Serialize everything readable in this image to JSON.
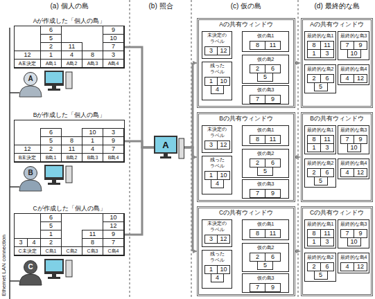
{
  "diagram": {
    "nodes": [
      {
        "text": [
          "Aが作成した「個人の島」"
        ]
      },
      {
        "text": [
          "6"
        ],
        "in": 0
      },
      {
        "text": [
          "9"
        ],
        "in": 0
      },
      {
        "text": [
          "5"
        ],
        "in": 0
      },
      {
        "text": [
          "10"
        ],
        "in": 0
      },
      {
        "text": [
          "2"
        ],
        "in": 0
      },
      {
        "text": [
          "11"
        ],
        "in": 0
      },
      {
        "text": [
          "7"
        ],
        "in": 0
      },
      {
        "text": [
          "12"
        ],
        "in": 0
      },
      {
        "text": [
          "1"
        ],
        "in": 0
      },
      {
        "text": [
          "4"
        ],
        "in": 0
      },
      {
        "text": [
          "8"
        ],
        "in": 0
      },
      {
        "text": [
          "3"
        ],
        "in": 0
      },
      {
        "text": [
          "A未決定"
        ],
        "in": 0
      },
      {
        "text": [
          "A島1"
        ],
        "in": 0
      },
      {
        "text": [
          "A島2"
        ],
        "in": 0
      },
      {
        "text": [
          "A島3"
        ],
        "in": 0
      },
      {
        "text": [
          "A島4"
        ],
        "in": 0
      },
      {
        "text": [
          "A"
        ]
      },
      {
        "text": [
          "Bが作成した「個人の島」"
        ]
      },
      {
        "text": [
          "6"
        ],
        "in": 19
      },
      {
        "text": [
          "10"
        ],
        "in": 19
      },
      {
        "text": [
          "3"
        ],
        "in": 19
      },
      {
        "text": [
          "5"
        ],
        "in": 19
      },
      {
        "text": [
          "8"
        ],
        "in": 19
      },
      {
        "text": [
          "1"
        ],
        "in": 19
      },
      {
        "text": [
          "9"
        ],
        "in": 19
      },
      {
        "text": [
          "12"
        ],
        "in": 19
      },
      {
        "text": [
          "2"
        ],
        "in": 19
      },
      {
        "text": [
          "11"
        ],
        "in": 19
      },
      {
        "text": [
          "4"
        ],
        "in": 19
      },
      {
        "text": [
          "7"
        ],
        "in": 19
      },
      {
        "text": [
          "B未決定"
        ],
        "in": 19
      },
      {
        "text": [
          "B島1"
        ],
        "in": 19
      },
      {
        "text": [
          "B島2"
        ],
        "in": 19
      },
      {
        "text": [
          "B島3"
        ],
        "in": 19
      },
      {
        "text": [
          "B島4"
        ],
        "in": 19
      },
      {
        "text": [
          "B"
        ]
      },
      {
        "text": [
          "Cが作成した「個人の島」"
        ]
      },
      {
        "text": [
          "6"
        ],
        "in": 38
      },
      {
        "text": [
          "10"
        ],
        "in": 38
      },
      {
        "text": [
          "5"
        ],
        "in": 38
      },
      {
        "text": [
          "12"
        ],
        "in": 38
      },
      {
        "text": [
          "1"
        ],
        "in": 38
      },
      {
        "text": [
          "11"
        ],
        "in": 38
      },
      {
        "text": [
          "9"
        ],
        "in": 38
      },
      {
        "text": [
          "3"
        ],
        "in": 38
      },
      {
        "text": [
          "4"
        ],
        "in": 38
      },
      {
        "text": [
          "2"
        ],
        "in": 38
      },
      {
        "text": [
          "8"
        ],
        "in": 38
      },
      {
        "text": [
          "7"
        ],
        "in": 38
      },
      {
        "text": [
          "C未決定"
        ],
        "in": 38
      },
      {
        "text": [
          "C島1"
        ],
        "in": 38
      },
      {
        "text": [
          "C島2"
        ],
        "in": 38
      },
      {
        "text": [
          "C島3"
        ],
        "in": 38
      },
      {
        "text": [
          "C島4"
        ],
        "in": 38
      },
      {
        "text": [
          "C"
        ]
      },
      {
        "text": [
          "A"
        ]
      },
      {
        "text": [
          "Aの共有ウィンドウ"
        ]
      },
      {
        "text": [
          "未決定の ラベル"
        ],
        "in": 58
      },
      {
        "text": [
          "3"
        ],
        "in": 59
      },
      {
        "text": [
          "12"
        ],
        "in": 59
      },
      {
        "text": [
          "仮の島1"
        ],
        "in": 58
      },
      {
        "text": [
          "8"
        ],
        "in": 62
      },
      {
        "text": [
          "11"
        ],
        "in": 62
      },
      {
        "text": [
          "仮の島2"
        ],
        "in": 58
      },
      {
        "text": [
          "2"
        ],
        "in": 65
      },
      {
        "text": [
          "6"
        ],
        "in": 65
      },
      {
        "text": [
          "5"
        ],
        "in": 65
      },
      {
        "text": [
          "残った ラベル"
        ],
        "in": 58
      },
      {
        "text": [
          "1"
        ],
        "in": 69
      },
      {
        "text": [
          "10"
        ],
        "in": 69
      },
      {
        "text": [
          "4"
        ],
        "in": 69
      },
      {
        "text": [
          "仮の島3"
        ],
        "in": 58
      },
      {
        "text": [
          "7"
        ],
        "in": 73
      },
      {
        "text": [
          "9"
        ],
        "in": 73
      },
      {
        "text": [
          "Bの共有ウィンドウ"
        ]
      },
      {
        "text": [
          "未決定の ラベル"
        ],
        "in": 76
      },
      {
        "text": [
          "3"
        ],
        "in": 77
      },
      {
        "text": [
          "12"
        ],
        "in": 77
      },
      {
        "text": [
          "仮の島1"
        ],
        "in": 76
      },
      {
        "text": [
          "8"
        ],
        "in": 80
      },
      {
        "text": [
          "11"
        ],
        "in": 80
      },
      {
        "text": [
          "仮の島2"
        ],
        "in": 76
      },
      {
        "text": [
          "2"
        ],
        "in": 83
      },
      {
        "text": [
          "6"
        ],
        "in": 83
      },
      {
        "text": [
          "5"
        ],
        "in": 83
      },
      {
        "text": [
          "残った ラベル"
        ],
        "in": 76
      },
      {
        "text": [
          "1"
        ],
        "in": 87
      },
      {
        "text": [
          "10"
        ],
        "in": 87
      },
      {
        "text": [
          "4"
        ],
        "in": 87
      },
      {
        "text": [
          "仮の島3"
        ],
        "in": 76
      },
      {
        "text": [
          "7"
        ],
        "in": 91
      },
      {
        "text": [
          "9"
        ],
        "in": 91
      },
      {
        "text": [
          "Cの共有ウィンドウ"
        ]
      },
      {
        "text": [
          "未決定の ラベル"
        ],
        "in": 94
      },
      {
        "text": [
          "3"
        ],
        "in": 95
      },
      {
        "text": [
          "12"
        ],
        "in": 95
      },
      {
        "text": [
          "仮の島1"
        ],
        "in": 94
      },
      {
        "text": [
          "8"
        ],
        "in": 98
      },
      {
        "text": [
          "11"
        ],
        "in": 98
      },
      {
        "text": [
          "仮の島2"
        ],
        "in": 94
      },
      {
        "text": [
          "2"
        ],
        "in": 101
      },
      {
        "text": [
          "6"
        ],
        "in": 101
      },
      {
        "text": [
          "5"
        ],
        "in": 101
      },
      {
        "text": [
          "残った ラベル"
        ],
        "in": 94
      },
      {
        "text": [
          "1"
        ],
        "in": 105
      },
      {
        "text": [
          "10"
        ],
        "in": 105
      },
      {
        "text": [
          "4"
        ],
        "in": 105
      },
      {
        "text": [
          "仮の島3"
        ],
        "in": 94
      },
      {
        "text": [
          "7"
        ],
        "in": 109
      },
      {
        "text": [
          "9"
        ],
        "in": 109
      },
      {
        "text": [
          "Aの共有ウィンドウ"
        ]
      },
      {
        "text": [
          "最終的な島1"
        ],
        "in": 112
      },
      {
        "text": [
          "8"
        ],
        "in": 113
      },
      {
        "text": [
          "11"
        ],
        "in": 113
      },
      {
        "text": [
          "1"
        ],
        "in": 113
      },
      {
        "text": [
          "3"
        ],
        "in": 113
      },
      {
        "text": [
          "最終的な島3"
        ],
        "in": 112
      },
      {
        "text": [
          "7"
        ],
        "in": 118
      },
      {
        "text": [
          "9"
        ],
        "in": 118
      },
      {
        "text": [
          "10"
        ],
        "in": 118
      },
      {
        "text": [
          "最終的な島2"
        ],
        "in": 112
      },
      {
        "text": [
          "2"
        ],
        "in": 122
      },
      {
        "text": [
          "6"
        ],
        "in": 122
      },
      {
        "text": [
          "5"
        ],
        "in": 122
      },
      {
        "text": [
          "最終的な島4"
        ],
        "in": 112
      },
      {
        "text": [
          "4"
        ],
        "in": 126
      },
      {
        "text": [
          "12"
        ],
        "in": 126
      },
      {
        "text": [
          "Bの共有ウィンドウ"
        ]
      },
      {
        "text": [
          "最終的な島1"
        ],
        "in": 129
      },
      {
        "text": [
          "8"
        ],
        "in": 130
      },
      {
        "text": [
          "11"
        ],
        "in": 130
      },
      {
        "text": [
          "1"
        ],
        "in": 130
      },
      {
        "text": [
          "3"
        ],
        "in": 130
      },
      {
        "text": [
          "最終的な島3"
        ],
        "in": 129
      },
      {
        "text": [
          "7"
        ],
        "in": 135
      },
      {
        "text": [
          "9"
        ],
        "in": 135
      },
      {
        "text": [
          "10"
        ],
        "in": 135
      },
      {
        "text": [
          "最終的な島2"
        ],
        "in": 129
      },
      {
        "text": [
          "2"
        ],
        "in": 139
      },
      {
        "text": [
          "6"
        ],
        "in": 139
      },
      {
        "text": [
          "5"
        ],
        "in": 139
      },
      {
        "text": [
          "最終的な島4"
        ],
        "in": 129
      },
      {
        "text": [
          "4"
        ],
        "in": 143
      },
      {
        "text": [
          "12"
        ],
        "in": 143
      },
      {
        "text": [
          "Cの共有ウィンドウ"
        ]
      },
      {
        "text": [
          "最終的な島1"
        ],
        "in": 146
      },
      {
        "text": [
          "8"
        ],
        "in": 147
      },
      {
        "text": [
          "11"
        ],
        "in": 147
      },
      {
        "text": [
          "1"
        ],
        "in": 147
      },
      {
        "text": [
          "3"
        ],
        "in": 147
      },
      {
        "text": [
          "最終的な島3"
        ],
        "in": 146
      },
      {
        "text": [
          "7"
        ],
        "in": 152
      },
      {
        "text": [
          "9"
        ],
        "in": 152
      },
      {
        "text": [
          "10"
        ],
        "in": 152
      },
      {
        "text": [
          "最終的な島2"
        ],
        "in": 146
      },
      {
        "text": [
          "2"
        ],
        "in": 156
      },
      {
        "text": [
          "6"
        ],
        "in": 156
      },
      {
        "text": [
          "5"
        ],
        "in": 156
      },
      {
        "text": [
          "最終的な島4"
        ],
        "in": 146
      },
      {
        "text": [
          "4"
        ],
        "in": 160
      },
      {
        "text": [
          "12"
        ],
        "in": 160
      }
    ],
    "edges": [
      {
        "from": 0,
        "to": 57,
        "arrow": "none"
      },
      {
        "from": 19,
        "to": 57,
        "arrow": "none"
      },
      {
        "from": 38,
        "to": 57,
        "arrow": "none"
      },
      {
        "from": 57,
        "to": 58,
        "arrow": "to"
      },
      {
        "from": 57,
        "to": 76,
        "arrow": "to"
      },
      {
        "from": 57,
        "to": 94,
        "arrow": "to"
      },
      {
        "from": 58,
        "to": 112,
        "arrow": "to"
      },
      {
        "from": 76,
        "to": 129,
        "arrow": "to"
      },
      {
        "from": 94,
        "to": 146,
        "arrow": "to"
      }
    ],
    "labels": [
      "(a) 個人の島",
      "(b) 照合",
      "(c) 仮の島",
      "(d) 最終的な島",
      "Ethernet LAN connection"
    ]
  }
}
